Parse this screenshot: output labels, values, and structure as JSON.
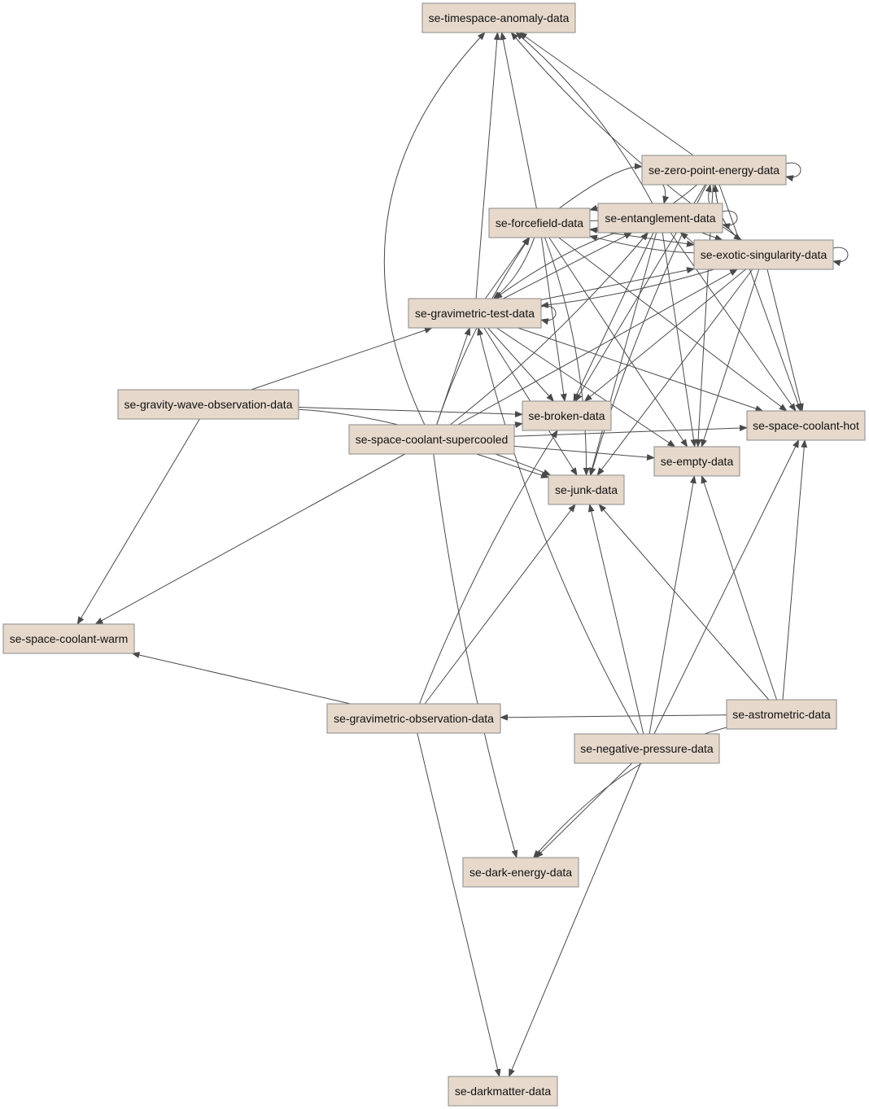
{
  "graph": {
    "colors": {
      "node_fill": "#e6d9cc",
      "node_border": "#8a8a8a",
      "edge": "#4a4a4a",
      "text": "#111111"
    },
    "nodes": [
      {
        "id": "timespace",
        "label": "se-timespace-anomaly-data"
      },
      {
        "id": "zeropoint",
        "label": "se-zero-point-energy-data"
      },
      {
        "id": "forcefield",
        "label": "se-forcefield-data"
      },
      {
        "id": "entanglement",
        "label": "se-entanglement-data"
      },
      {
        "id": "exotic",
        "label": "se-exotic-singularity-data"
      },
      {
        "id": "gravtest",
        "label": "se-gravimetric-test-data"
      },
      {
        "id": "gravwave",
        "label": "se-gravity-wave-observation-data"
      },
      {
        "id": "broken",
        "label": "se-broken-data"
      },
      {
        "id": "coolhot",
        "label": "se-space-coolant-hot"
      },
      {
        "id": "coolsuper",
        "label": "se-space-coolant-supercooled"
      },
      {
        "id": "empty",
        "label": "se-empty-data"
      },
      {
        "id": "junk",
        "label": "se-junk-data"
      },
      {
        "id": "coolwarm",
        "label": "se-space-coolant-warm"
      },
      {
        "id": "gravobs",
        "label": "se-gravimetric-observation-data"
      },
      {
        "id": "astro",
        "label": "se-astrometric-data"
      },
      {
        "id": "negpress",
        "label": "se-negative-pressure-data"
      },
      {
        "id": "darkenergy",
        "label": "se-dark-energy-data"
      },
      {
        "id": "darkmatter",
        "label": "se-darkmatter-data"
      }
    ]
  }
}
